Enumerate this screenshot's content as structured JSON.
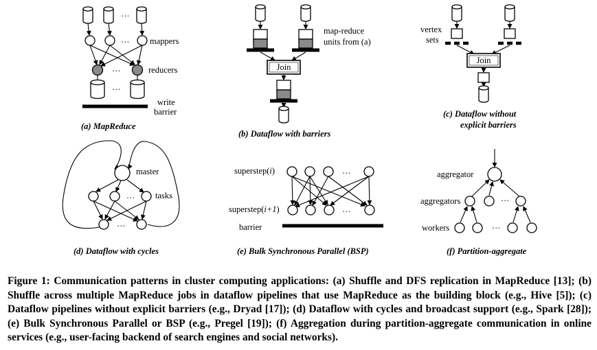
{
  "panels": {
    "a": {
      "mappers": "mappers",
      "reducers": "reducers",
      "write": "write",
      "barrier": "barrier",
      "dots": "…",
      "caption": "(a) MapReduce"
    },
    "b": {
      "mr_units_1": "map-reduce",
      "mr_units_2": "units from (a)",
      "join": "Join",
      "caption": "(b) Dataflow with barriers"
    },
    "c": {
      "vertex": "vertex",
      "sets": "sets",
      "join": "Join",
      "caption_1": "(c) Dataflow without",
      "caption_2": "explicit barriers"
    },
    "d": {
      "master": "master",
      "tasks": "tasks",
      "dots": "…",
      "caption": "(d) Dataflow with cycles"
    },
    "e": {
      "superstep_i": "superstep(i)",
      "superstep_i1": "superstep(i+1)",
      "barrier": "barrier",
      "dots": "…",
      "caption": "(e) Bulk Synchronous Parallel (BSP)"
    },
    "f": {
      "aggregator": "aggregator",
      "aggregators": "aggregators",
      "workers": "workers",
      "dots": "…",
      "caption": "(f) Partition-aggregate"
    }
  },
  "figure_caption": "Figure 1: Communication patterns in cluster computing applications: (a) Shuffle and DFS replication in MapReduce [13]; (b) Shuffle across multiple MapReduce jobs in dataflow pipelines that use MapReduce as the building block (e.g., Hive [5]); (c) Dataflow pipelines without explicit barriers (e.g., Dryad [17]); (d) Dataflow with cycles and broadcast support (e.g., Spark [28]); (e) Bulk Synchronous Parallel or BSP (e.g., Pregel [19]); (f) Aggregation during partition-aggregate communication in online services (e.g., user-facing backend of search engines and social networks)."
}
